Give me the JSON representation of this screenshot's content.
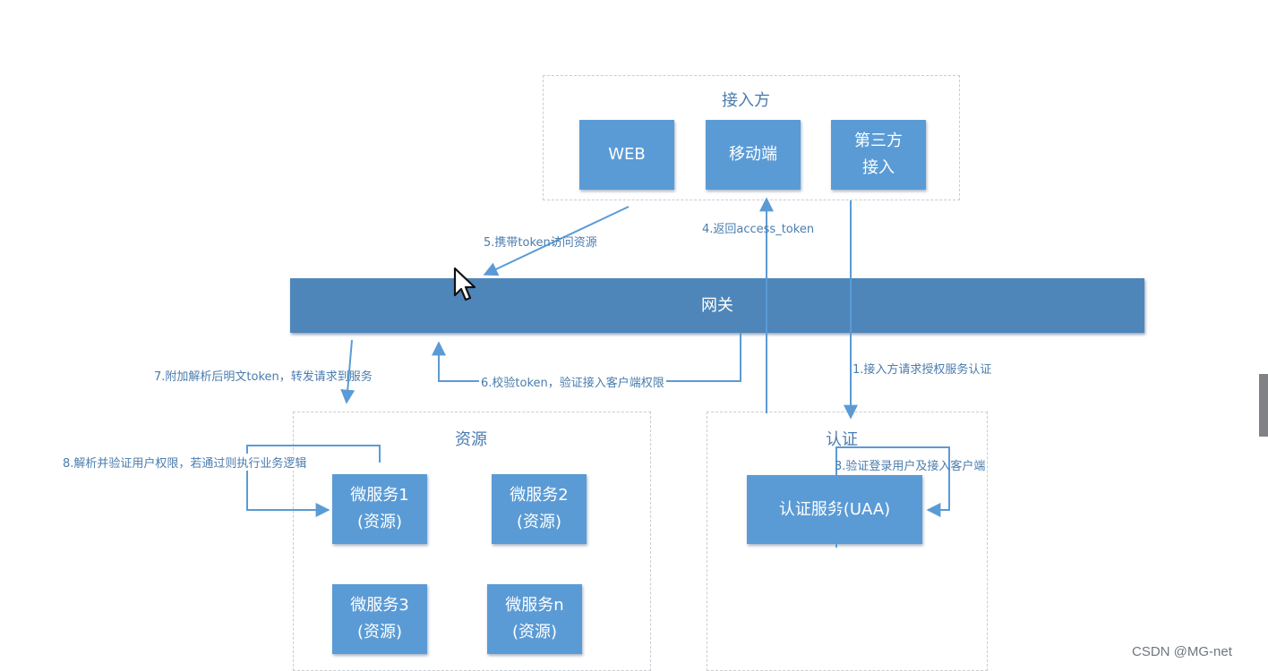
{
  "groups": {
    "access_party": "接入方",
    "resources": "资源",
    "auth": "认证"
  },
  "boxes": {
    "web": "WEB",
    "mobile": "移动端",
    "third_party": "第三方\n接入",
    "gateway": "网关",
    "ms1": "微服务1\n(资源)",
    "ms2": "微服务2\n(资源)",
    "ms3": "微服务3\n(资源)",
    "msn": "微服务n\n(资源)",
    "uaa": "认证服务(UAA)"
  },
  "steps": {
    "s1": "1.接入方请求授权服务认证",
    "s3": "3.验证登录用户及接入客户端",
    "s4": "4.返回access_token",
    "s5": "5.携带token访问资源",
    "s6": "6.校验token，验证接入客户端权限",
    "s7": "7.附加解析后明文token，转发请求到服务",
    "s8": "8.解析并验证用户权限，若通过则执行业务逻辑"
  },
  "watermark": "CSDN @MG-net",
  "colors": {
    "box": "#5b9bd5",
    "gateway": "#4e86ba",
    "line": "#5b9bd5",
    "label": "#4a7cae"
  }
}
